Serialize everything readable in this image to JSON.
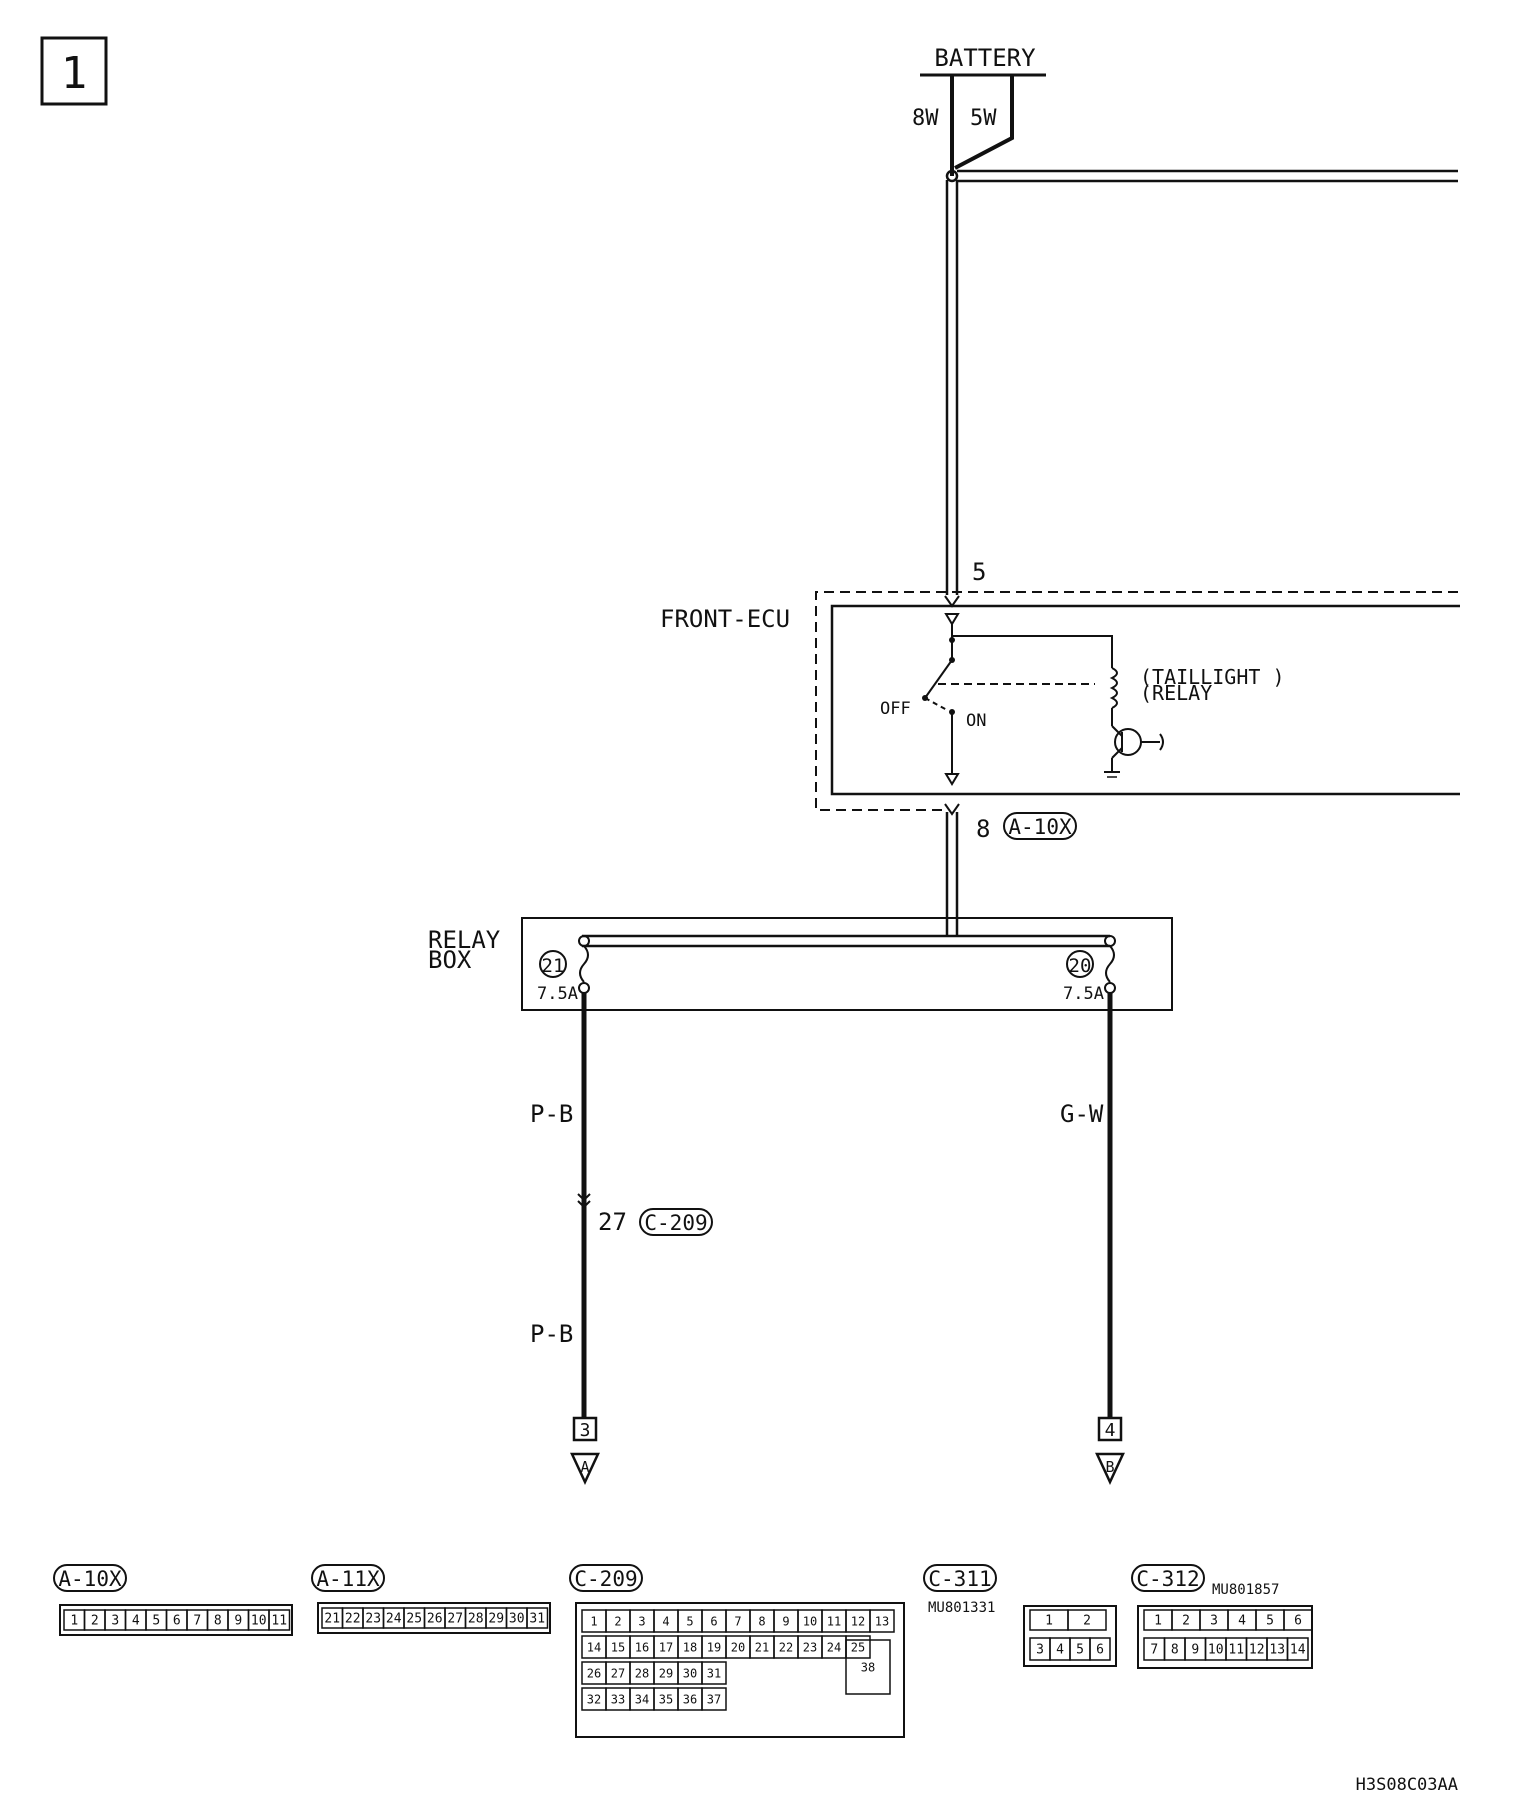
{
  "page_number": "1",
  "battery": {
    "label": "BATTERY",
    "wire_left": "8W",
    "wire_right": "5W"
  },
  "front_ecu": {
    "label": "FRONT-ECU",
    "input_pin": "5",
    "output_pin": "8",
    "output_connector": "A-10X",
    "switch_off": "OFF",
    "switch_on": "ON",
    "relay_label_line1": "(TAILLIGHT )",
    "relay_label_line2": "(RELAY"
  },
  "relay_box": {
    "label_line1": "RELAY",
    "label_line2": "BOX",
    "fuses": [
      {
        "number": "21",
        "rating": "7.5A"
      },
      {
        "number": "20",
        "rating": "7.5A"
      }
    ]
  },
  "wires": {
    "left_upper": "P-B",
    "left_lower": "P-B",
    "right": "G-W",
    "junction_pin": "27",
    "junction_connector": "C-209"
  },
  "terminals": [
    {
      "number": "3",
      "letter": "A"
    },
    {
      "number": "4",
      "letter": "B"
    }
  ],
  "connectors": {
    "a10x": {
      "name": "A-10X",
      "pins": [
        "1",
        "2",
        "3",
        "4",
        "5",
        "6",
        "7",
        "8",
        "9",
        "10",
        "11"
      ]
    },
    "a11x": {
      "name": "A-11X",
      "pins": [
        "21",
        "22",
        "23",
        "24",
        "25",
        "26",
        "27",
        "28",
        "29",
        "30",
        "31"
      ]
    },
    "c209": {
      "name": "C-209",
      "row1": [
        "1",
        "2",
        "3",
        "4",
        "5",
        "6",
        "7",
        "8",
        "9",
        "10",
        "11",
        "12",
        "13"
      ],
      "row2": [
        "14",
        "15",
        "16",
        "17",
        "18",
        "19",
        "20",
        "21",
        "22",
        "23",
        "24",
        "25"
      ],
      "row3": [
        "26",
        "27",
        "28",
        "29",
        "30",
        "31"
      ],
      "row4": [
        "32",
        "33",
        "34",
        "35",
        "36",
        "37"
      ],
      "big": "38"
    },
    "c311": {
      "name": "C-311",
      "part": "MU801331",
      "top": [
        "1",
        "2"
      ],
      "bottom": [
        "3",
        "4",
        "5",
        "6"
      ]
    },
    "c312": {
      "name": "C-312",
      "part": "MU801857",
      "top": [
        "1",
        "2",
        "3",
        "4",
        "5",
        "6"
      ],
      "bottom": [
        "7",
        "8",
        "9",
        "10",
        "11",
        "12",
        "13",
        "14"
      ]
    }
  },
  "figure_code": "H3S08C03AA"
}
